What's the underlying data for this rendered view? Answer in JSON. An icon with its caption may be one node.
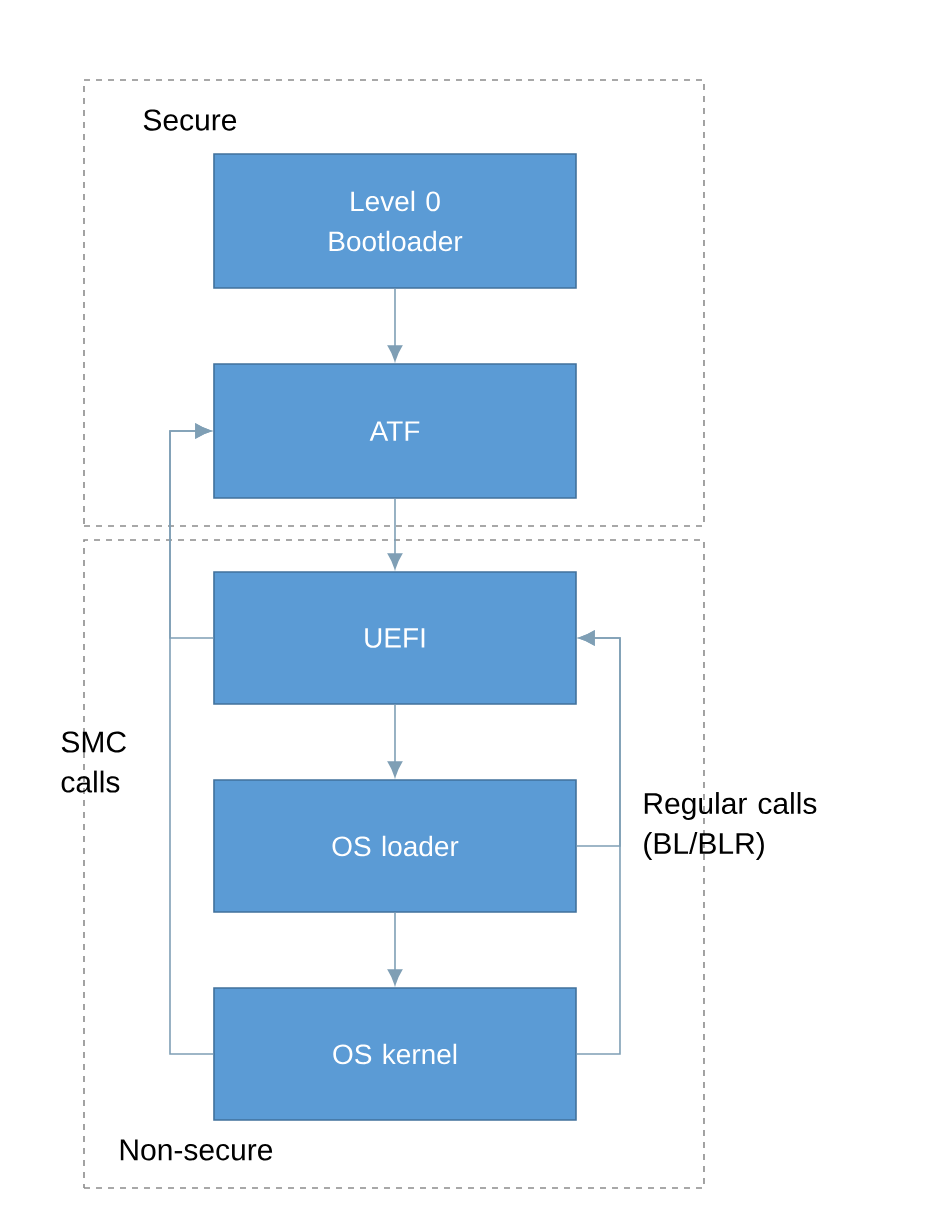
{
  "diagram": {
    "nodes": [
      {
        "text": [
          "Secure"
        ]
      },
      {
        "text": [
          "Level 0 Bootloader"
        ],
        "in": 0
      },
      {
        "text": [
          "ATF"
        ],
        "in": 0
      },
      {
        "text": [
          "Non-secure"
        ]
      },
      {
        "text": [
          "UEFI"
        ],
        "in": 3
      },
      {
        "text": [
          "OS loader"
        ],
        "in": 3
      },
      {
        "text": [
          "OS kernel"
        ],
        "in": 3
      }
    ],
    "edges": [
      {
        "from": 1,
        "to": 2,
        "arrow": "to"
      },
      {
        "from": 2,
        "to": 4,
        "arrow": "to"
      },
      {
        "from": 4,
        "to": 5,
        "arrow": "to"
      },
      {
        "from": 5,
        "to": 6,
        "arrow": "to"
      },
      {
        "from": 4,
        "to": 2,
        "arrow": "to",
        "label": "SMC calls"
      },
      {
        "from": 6,
        "to": 2,
        "arrow": "to"
      },
      {
        "from": 5,
        "to": 4,
        "arrow": "to",
        "label": "Regular calls (BL/BLR)"
      },
      {
        "from": 6,
        "to": 4,
        "arrow": "to"
      }
    ]
  }
}
